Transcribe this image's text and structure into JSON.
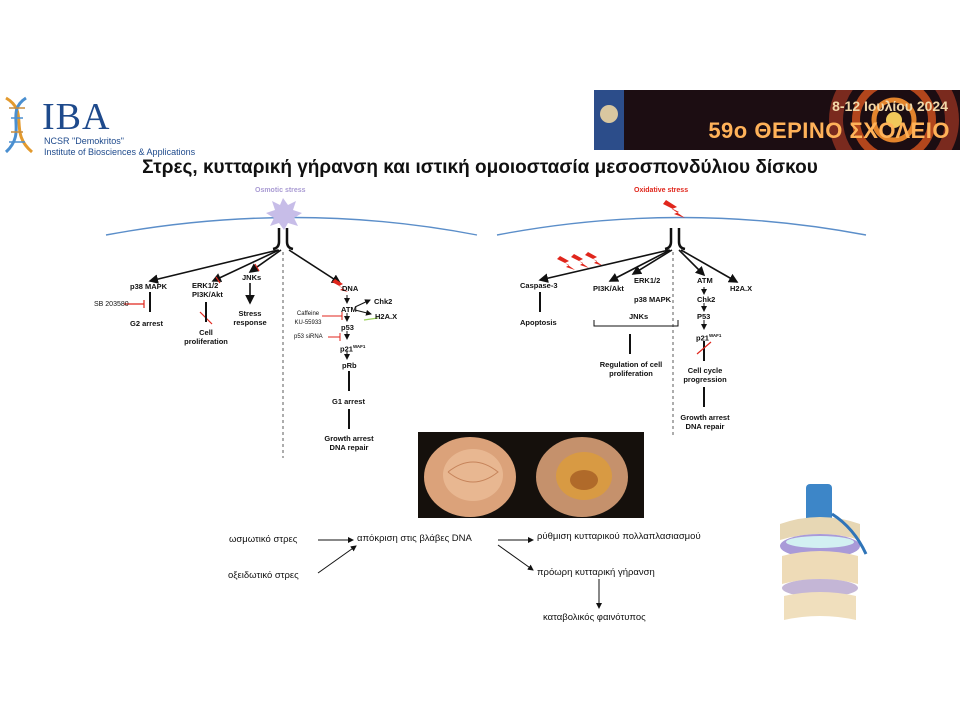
{
  "logo": {
    "name": "IBA",
    "sub1": "NCSR \"Demokritos\"",
    "sub2": "Institute of Biosciences & Applications"
  },
  "banner": {
    "dates": "8-12 Ιουλίου 2024",
    "title": "59ο ΘΕΡΙΝΟ ΣΧΟΛΕΙΟ"
  },
  "title": "Στρες, κυτταρική γήρανση και ιστική ομοιοστασία μεσοσπονδύλιου δίσκου",
  "osmotic": {
    "header": "Osmotic stress",
    "p38": "p38 MAPK",
    "sb": "SB 203580",
    "g2": "G2 arrest",
    "erk": "ERK1/2",
    "pi3k": "PI3K/Akt",
    "cell_prolif": "Cell\nproliferation",
    "jnks": "JNKs",
    "stress_resp": "Stress\nresponse",
    "dna": "DNA",
    "atm": "ATM",
    "chk2": "Chk2",
    "h2ax": "H2A.X",
    "caffeine": "Caffeine\nKU-55933",
    "p53": "p53",
    "p53sirna": "p53 siRNA",
    "p21": "p21",
    "p21_sup": "WAF1",
    "prb": "pRb",
    "g1": "G1 arrest",
    "growth": "Growth arrest\nDNA repair"
  },
  "oxidative": {
    "header": "Oxidative stress",
    "caspase": "Caspase-3",
    "apoptosis": "Apoptosis",
    "pi3k": "PI3K/Akt",
    "erk": "ERK1/2",
    "p38": "p38 MAPK",
    "jnks": "JNKs",
    "regulation": "Regulation of cell\nproliferation",
    "atm": "ATM",
    "chk2": "Chk2",
    "p53": "P53",
    "p21": "p21",
    "p21_sup": "WAF1",
    "h2ax": "H2A.X",
    "cycle": "Cell cycle\nprogression",
    "growth": "Growth arrest\nDNA repair"
  },
  "flow": {
    "osmotic": "ωσμωτικό στρες",
    "oxidative": "οξειδωτικό στρες",
    "dna_response": "απόκριση στις βλάβες DNA",
    "regulation": "ρύθμιση κυτταρικού πολλαπλασιασμού",
    "senescence": "πρόωρη κυτταρική γήρανση",
    "catabolic": "καταβολικός φαινότυπος"
  }
}
